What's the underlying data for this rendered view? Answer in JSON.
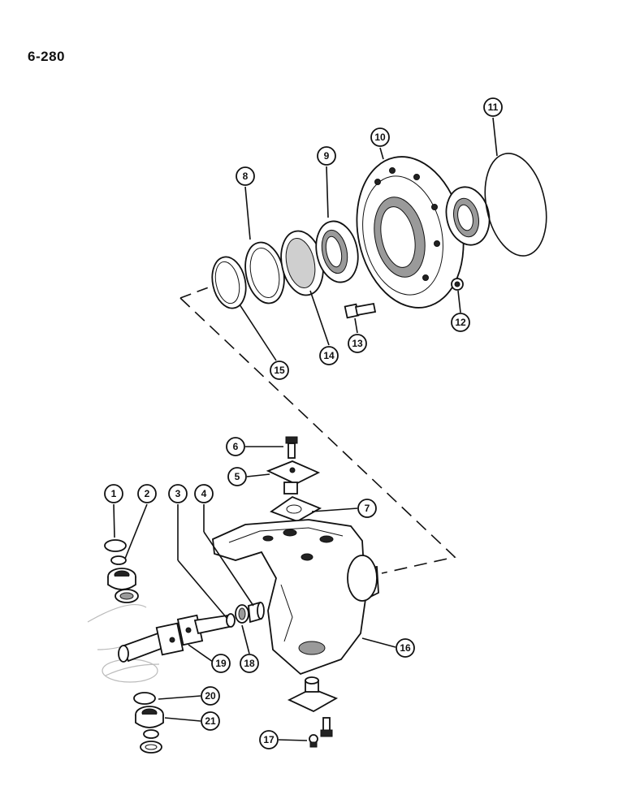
{
  "page": {
    "number": "6-280"
  },
  "callouts": [
    {
      "label": "1"
    },
    {
      "label": "2"
    },
    {
      "label": "3"
    },
    {
      "label": "4"
    },
    {
      "label": "5"
    },
    {
      "label": "6"
    },
    {
      "label": "7"
    },
    {
      "label": "8"
    },
    {
      "label": "9"
    },
    {
      "label": "10"
    },
    {
      "label": "11"
    },
    {
      "label": "12"
    },
    {
      "label": "13"
    },
    {
      "label": "14"
    },
    {
      "label": "15"
    },
    {
      "label": "16"
    },
    {
      "label": "17"
    },
    {
      "label": "18"
    },
    {
      "label": "19"
    },
    {
      "label": "20"
    },
    {
      "label": "21"
    }
  ]
}
